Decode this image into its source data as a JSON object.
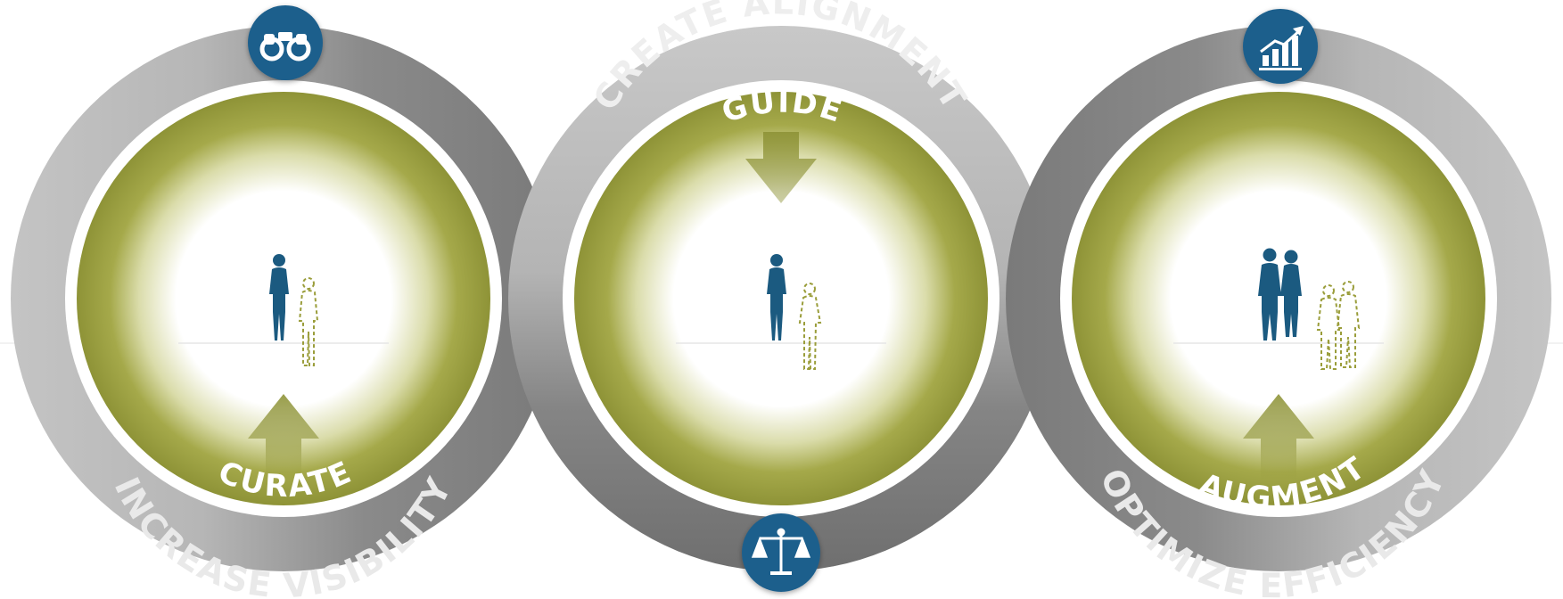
{
  "colors": {
    "outer_ring_light": "#bdbdbd",
    "outer_ring_dark": "#7d7d7d",
    "olive": "#8f9438",
    "blue_badge": "#1e5f8c",
    "silhouette": "#1b5a80",
    "dashed_figure": "#9a9d3a"
  },
  "stages": [
    {
      "ring_label": "INCREASE VISIBILITY",
      "inner_label": "CURATE",
      "arrow_direction": "up",
      "badge_icon": "binoculars-icon",
      "badge_position": "top",
      "figure": "single-person"
    },
    {
      "ring_label": "CREATE ALIGNMENT",
      "inner_label": "GUIDE",
      "arrow_direction": "down",
      "badge_icon": "scales-icon",
      "badge_position": "bottom",
      "figure": "single-person"
    },
    {
      "ring_label": "OPTIMIZE EFFICIENCY",
      "inner_label": "AUGMENT",
      "arrow_direction": "up",
      "badge_icon": "growth-chart-icon",
      "badge_position": "top",
      "figure": "two-people"
    }
  ]
}
